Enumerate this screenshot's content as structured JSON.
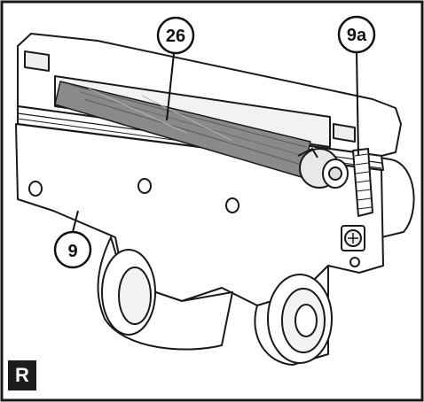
{
  "callouts": [
    {
      "id": "26",
      "label": "26"
    },
    {
      "id": "9a",
      "label": "9a"
    },
    {
      "id": "9",
      "label": "9"
    }
  ],
  "badge": {
    "label": "R"
  },
  "colors": {
    "outline": "#1a1a1a",
    "brush": "#8a8a8a",
    "body": "#ffffff",
    "badge_bg": "#1c1c1c"
  }
}
